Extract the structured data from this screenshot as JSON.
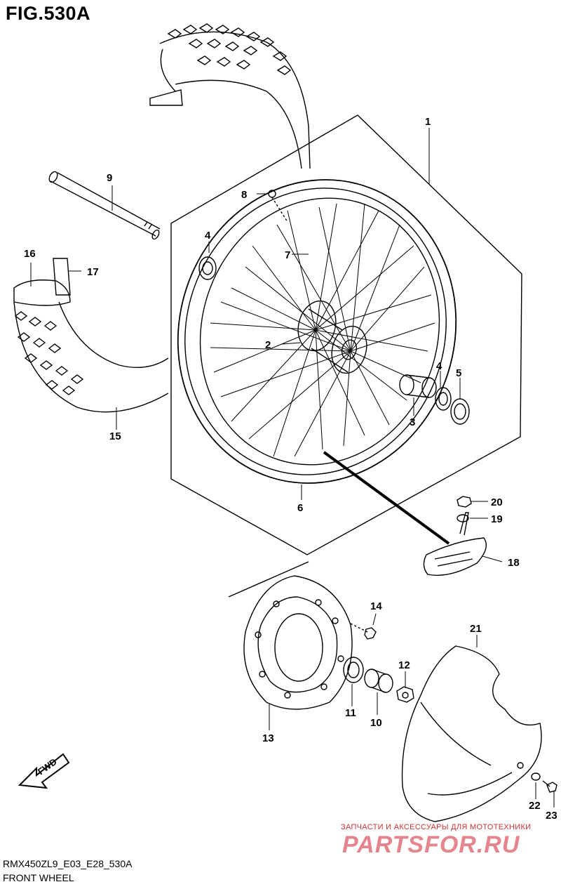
{
  "figure": {
    "title": "FIG.530A"
  },
  "footer": {
    "code": "RMX450ZL9_E03_E28_530A",
    "name": "FRONT WHEEL"
  },
  "watermark": {
    "tagline": "ЗАПЧАСТИ И АКСЕССУАРЫ ДЛЯ МОТОТЕХНИКИ",
    "brand": "PARTSFOR.RU"
  },
  "fwd_label": "FWD",
  "callouts": {
    "c1": "1",
    "c2": "2",
    "c3": "3",
    "c4a": "4",
    "c4b": "4",
    "c5": "5",
    "c6": "6",
    "c7": "7",
    "c8": "8",
    "c9": "9",
    "c10": "10",
    "c11": "11",
    "c12": "12",
    "c13": "13",
    "c14": "14",
    "c15": "15",
    "c16": "16",
    "c17": "17",
    "c18": "18",
    "c19": "19",
    "c20": "20",
    "c21": "21",
    "c22": "22",
    "c23": "23"
  },
  "colors": {
    "line": "#000000",
    "watermark": "#e0707a"
  }
}
